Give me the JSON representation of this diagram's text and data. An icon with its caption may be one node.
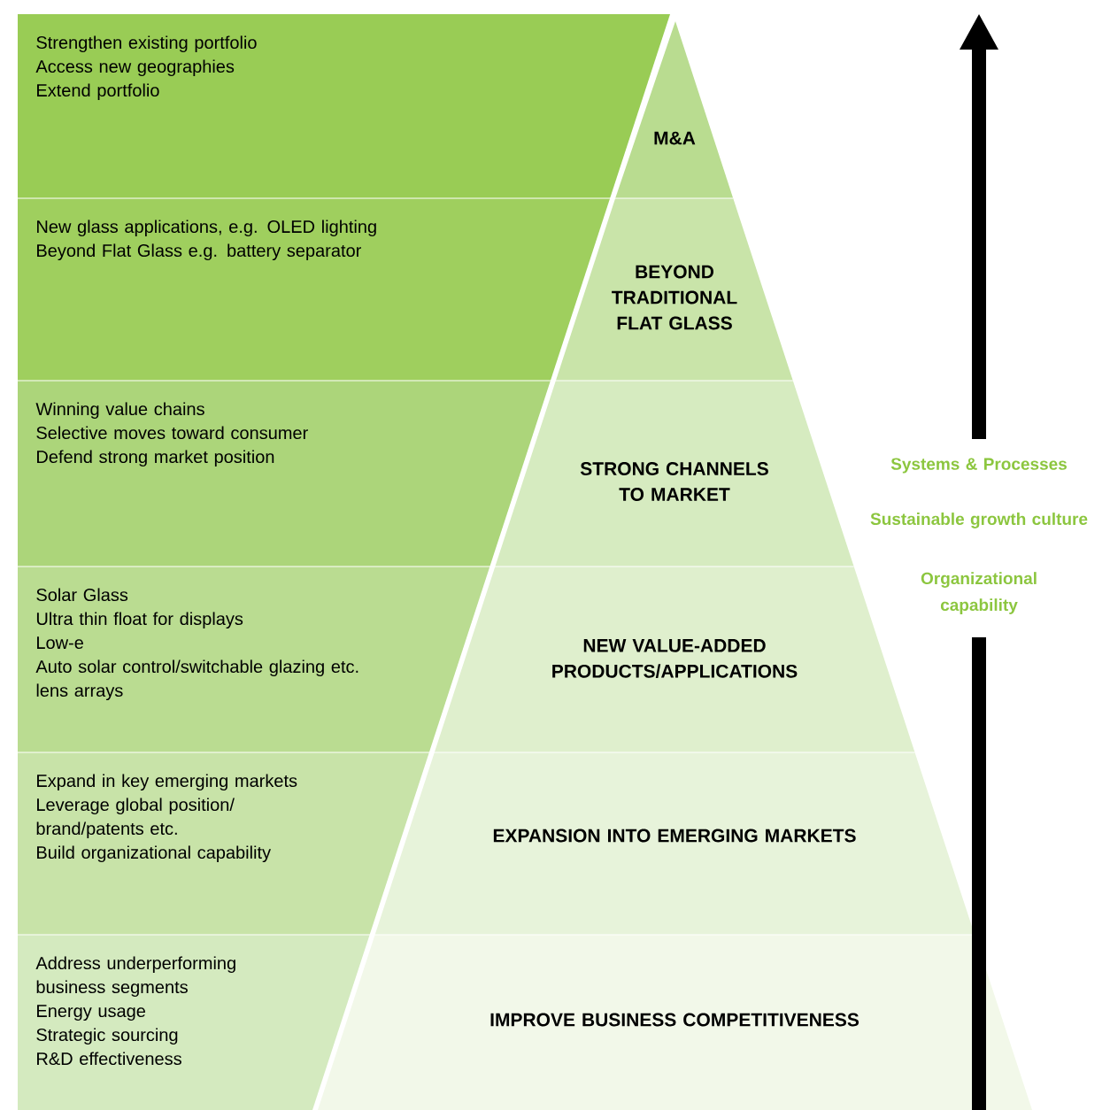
{
  "diagram": {
    "nodes": [
      {
        "text": [
          "Strengthen existing portfolio",
          "Access new geographies",
          "Extend portfolio"
        ]
      },
      {
        "text": [
          "M&A"
        ]
      },
      {
        "text": [
          "New glass applications, e.g. OLED lighting",
          "Beyond Flat Glass e.g. battery separator"
        ]
      },
      {
        "text": [
          "BEYOND TRADITIONAL FLAT GLASS"
        ]
      },
      {
        "text": [
          "Winning value chains",
          "Selective moves toward consumer",
          "Defend strong market position"
        ]
      },
      {
        "text": [
          "STRONG CHANNELS TO MARKET"
        ]
      },
      {
        "text": [
          "Solar Glass",
          "Ultra thin float for displays",
          "Low-e",
          "Auto solar control/switchable glazing etc.",
          "lens arrays"
        ]
      },
      {
        "text": [
          "NEW VALUE-ADDED PRODUCTS/APPLICATIONS"
        ]
      },
      {
        "text": [
          "Expand in key emerging markets",
          "Leverage global position/ brand/patents etc.",
          "Build organizational capability"
        ]
      },
      {
        "text": [
          "EXPANSION INTO EMERGING MARKETS"
        ]
      },
      {
        "text": [
          "Address underperforming business segments",
          "Energy usage",
          "Strategic sourcing",
          "R&D effectiveness"
        ]
      },
      {
        "text": [
          "IMPROVE BUSINESS COMPETITIVENESS"
        ]
      }
    ],
    "labels": [
      "Systems & Processes",
      "Sustainable growth culture",
      "Organizational capability"
    ]
  }
}
